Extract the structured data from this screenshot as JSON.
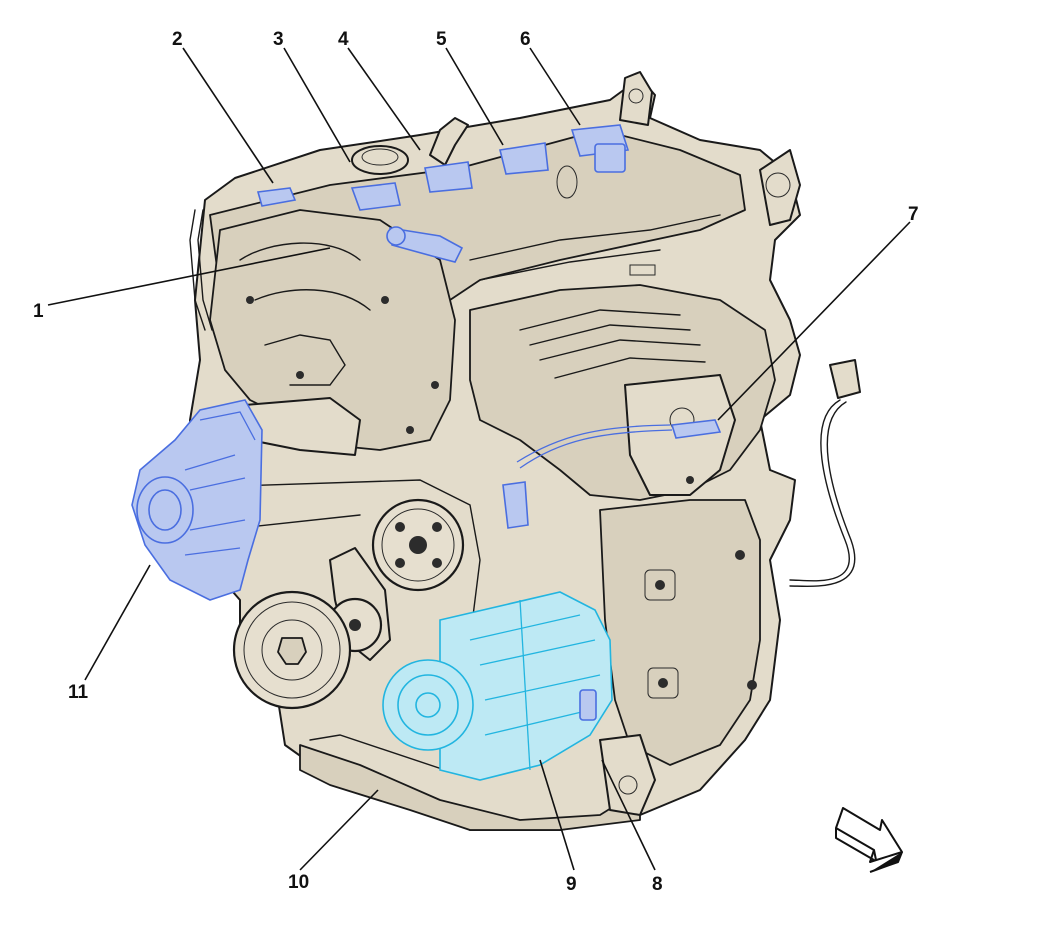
{
  "diagram": {
    "callouts": [
      {
        "id": "1",
        "label": "1"
      },
      {
        "id": "2",
        "label": "2"
      },
      {
        "id": "3",
        "label": "3"
      },
      {
        "id": "4",
        "label": "4"
      },
      {
        "id": "5",
        "label": "5"
      },
      {
        "id": "6",
        "label": "6"
      },
      {
        "id": "7",
        "label": "7"
      },
      {
        "id": "8",
        "label": "8"
      },
      {
        "id": "9",
        "label": "9"
      },
      {
        "id": "10",
        "label": "10"
      },
      {
        "id": "11",
        "label": "11"
      }
    ],
    "orientation_icon": "direction-arrow-icon",
    "colors": {
      "engine_body": "#e3dccb",
      "outline": "#1a1a1a",
      "highlight_blue": "#4a6ee0",
      "highlight_cyan": "#22b5e0"
    }
  }
}
